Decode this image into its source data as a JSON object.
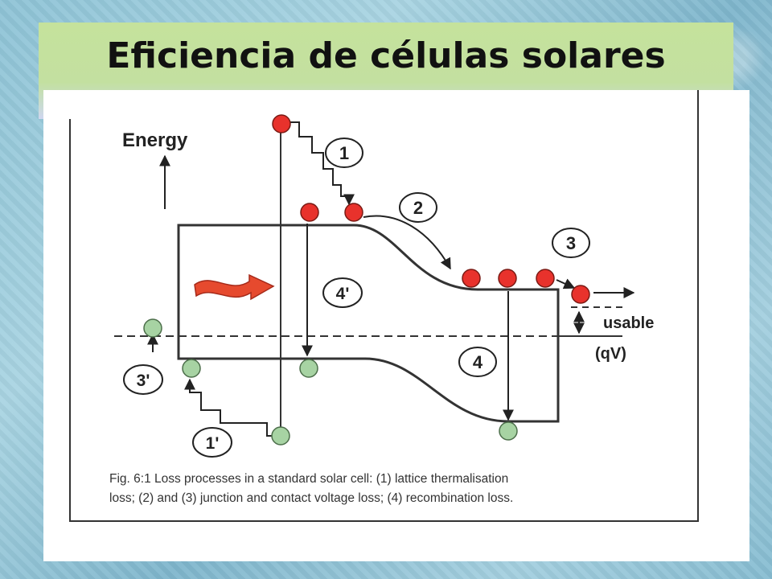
{
  "slide": {
    "title": "Eficiencia de células solares"
  },
  "diagram": {
    "energy_label": "Energy",
    "process_labels": [
      "1",
      "2",
      "3",
      "1'",
      "3'",
      "4'",
      "4"
    ],
    "usable_label": "usable",
    "qv_label": "(qV)",
    "caption_line1": "Fig. 6:1  Loss processes in a standard solar cell:  (1) lattice thermalisation",
    "caption_line2": "loss; (2) and (3) junction and contact voltage loss; (4) recombination loss.",
    "colors": {
      "electron": "#e8322c",
      "hole": "#a7d3a3",
      "line": "#333333",
      "arrow_fill": "#e64a2e"
    }
  }
}
